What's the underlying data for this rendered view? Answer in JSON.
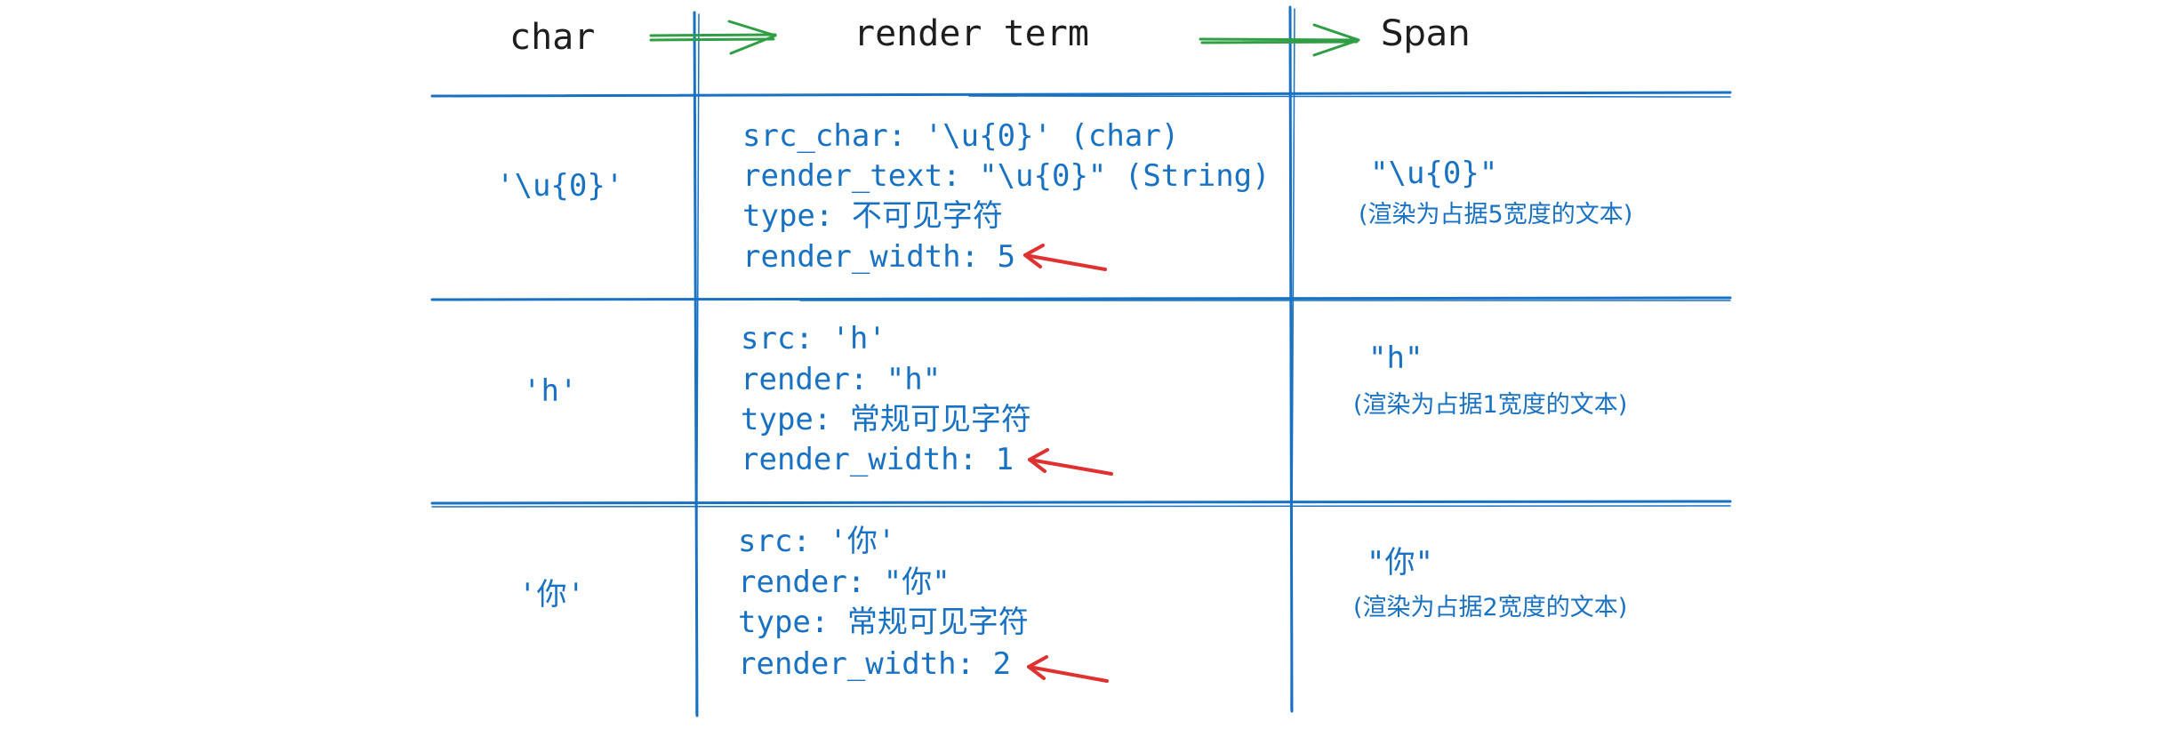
{
  "columns": {
    "char": "char",
    "render_term": "render term",
    "span": "Span"
  },
  "rows": [
    {
      "char": "'\\u{0}'",
      "term": [
        "src_char: '\\u{0}' (char)",
        "render_text: \"\\u{0}\" (String)",
        "type: 不可见字符",
        "render_width: 5"
      ],
      "span_main": "\"\\u{0}\"",
      "span_note": "(渲染为占据5宽度的文本)"
    },
    {
      "char": "'h'",
      "term": [
        "src: 'h'",
        "render: \"h\"",
        "type: 常规可见字符",
        "render_width: 1"
      ],
      "span_main": "\"h\"",
      "span_note": "(渲染为占据1宽度的文本)"
    },
    {
      "char": "'你'",
      "term": [
        "src: '你'",
        "render: \"你\"",
        "type: 常规可见字符",
        "render_width: 2"
      ],
      "span_main": "\"你\"",
      "span_note": "(渲染为占据2宽度的文本)"
    }
  ],
  "colors": {
    "line": "#1971c2",
    "text": "#1971c2",
    "header": "#1e1e1e",
    "flow_arrow": "#2f9e44",
    "marker_arrow": "#e03131"
  }
}
